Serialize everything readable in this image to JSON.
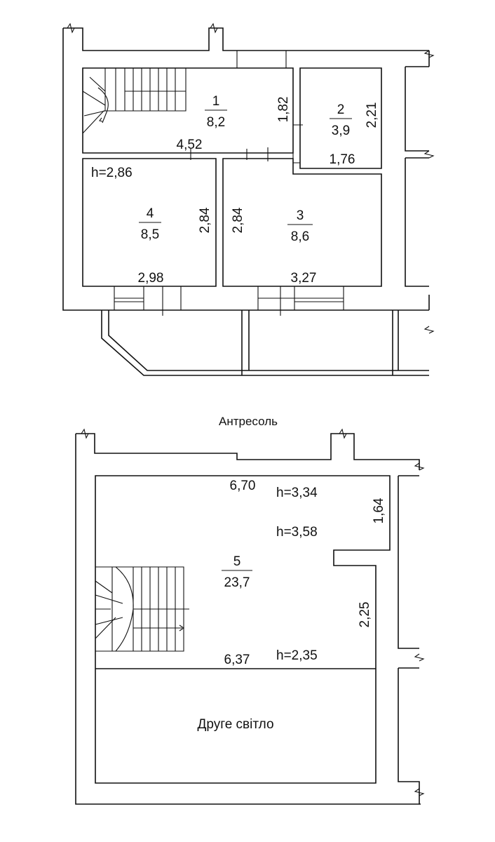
{
  "upper_plan": {
    "rooms": [
      {
        "number": "1",
        "area": "8,2"
      },
      {
        "number": "2",
        "area": "3,9"
      },
      {
        "number": "3",
        "area": "8,6"
      },
      {
        "number": "4",
        "area": "8,5"
      }
    ],
    "dimensions": {
      "room1_height": "1,82",
      "room1_width": "4,52",
      "room2_height": "2,21",
      "room2_width": "1,76",
      "room4_ceiling": "h=2,86",
      "room4_right": "2,84",
      "room3_left": "2,84",
      "room4_width": "2,98",
      "room3_width": "3,27"
    }
  },
  "mezzanine": {
    "title": "Антресоль",
    "room": {
      "number": "5",
      "area": "23,7"
    },
    "dimensions": {
      "top_width": "6,70",
      "h_top": "h=3,34",
      "h_mid": "h=3,58",
      "niche_height": "1,64",
      "right_height": "2,25",
      "bottom_width": "6,37",
      "h_bottom": "h=2,35"
    },
    "void_label": "Друге світло"
  }
}
